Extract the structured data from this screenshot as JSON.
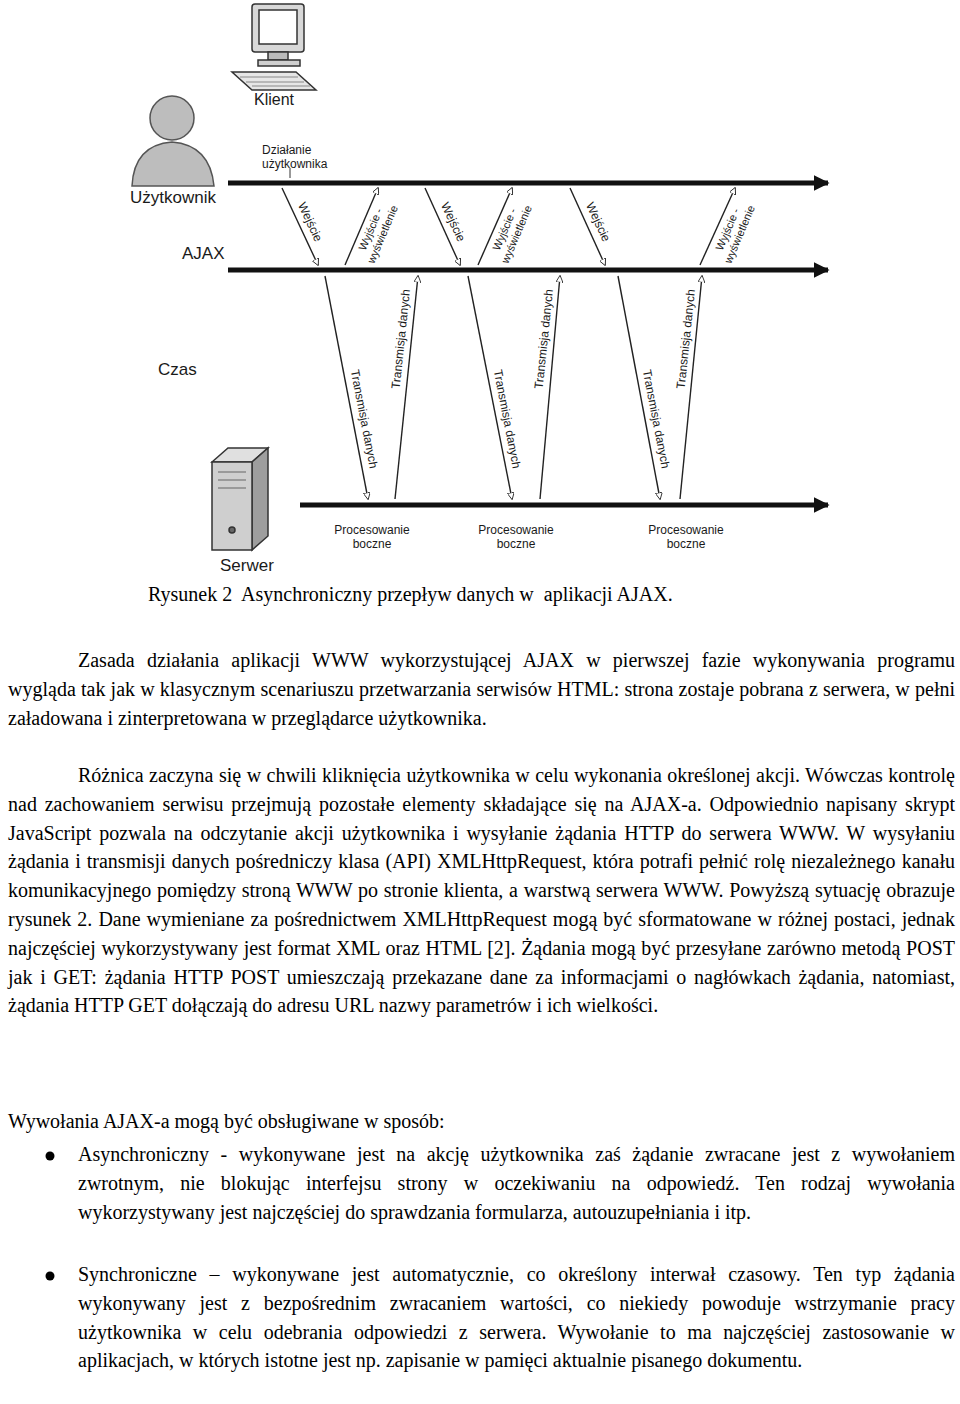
{
  "diagram": {
    "caption": "Rysunek 2  Asynchroniczny przepływ danych w  aplikacji AJAX.",
    "labels": [
      "Klient",
      "Działanie użytkownika",
      "Użytkownik",
      "Wejście",
      "Wyjście - wyświetlenie",
      "Wejście",
      "Wyjście - wyświetlenie",
      "Wejście",
      "Wyjście - wyświetlenie",
      "AJAX",
      "Transmisja danych",
      "Transmisja danych",
      "Transmisja danych",
      "Transmisja danych",
      "Transmisja danych",
      "Transmisja danych",
      "Czas",
      "Procesowanie boczne",
      "Procesowanie boczne",
      "Procesowanie boczne",
      "Serwer",
      "Zasada działania aplikacji WWW wykorzystującej AJAX w pierwszej fazie wykonywania programu wygląda tak jak w klasycznym scenariuszu przetwarzania serwisów HTML: strona zostaje pobrana z serwera, w pełni załadowana i zinterpretowana w przeglądarce użytkownika.",
      "Różnica zaczyna się w chwili kliknięcia użytkownika w celu wykonania określonej akcji. Wówczas kontrolę nad zachowaniem serwisu przejmują pozostałe elementy składające się na AJAX-a. Odpowiednio napisany skrypt JavaScript pozwala na odczytanie akcji użytkownika i wysyłanie żądania HTTP do serwera WWW. W wysyłaniu żądania i transmisji danych pośredniczy klasa (API) XMLHttpRequest, która potrafi pełnić rolę niezależnego kanału komunikacyjnego pomiędzy stroną WWW po stronie klienta, a warstwą serwera WWW. Powyższą sytuację obrazuje rysunek 2. Dane wymieniane za pośrednictwem XMLHttpRequest mogą być sformatowane w różnej postaci, jednak najczęściej wykorzystywany jest format XML oraz HTML [2]. Żądania mogą być przesyłane zarówno metodą POST jak i GET: żądania HTTP POST umieszczają przekazane dane za informacjami o nagłówkach żądania, natomiast, żądania HTTP GET dołączają do adresu URL nazwy parametrów i ich wielkości.",
      "Wywołania AJAX-a mogą być obsługiwane w sposób:",
      "Asynchroniczny - wykonywane jest na akcję użytkownika zaś żądanie zwracane jest z wywołaniem zwrotnym, nie blokując interfejsu strony w oczekiwaniu na odpowiedź. Ten rodzaj wywołania wykorzystywany jest najczęściej do sprawdzania formularza, autouzupełniania i  itp.",
      "Synchroniczne – wykonywane jest automatycznie, co określony interwał czasowy. Ten typ żądania wykonywany jest z bezpośrednim zwracaniem wartości, co niekiedy powoduje wstrzymanie pracy użytkownika w celu odebrania odpowiedzi z serwera. Wywołanie to ma najczęściej zastosowanie w aplikacjach, w których istotne jest np. zapisanie w pamięci aktualnie pisanego dokumentu."
    ]
  }
}
